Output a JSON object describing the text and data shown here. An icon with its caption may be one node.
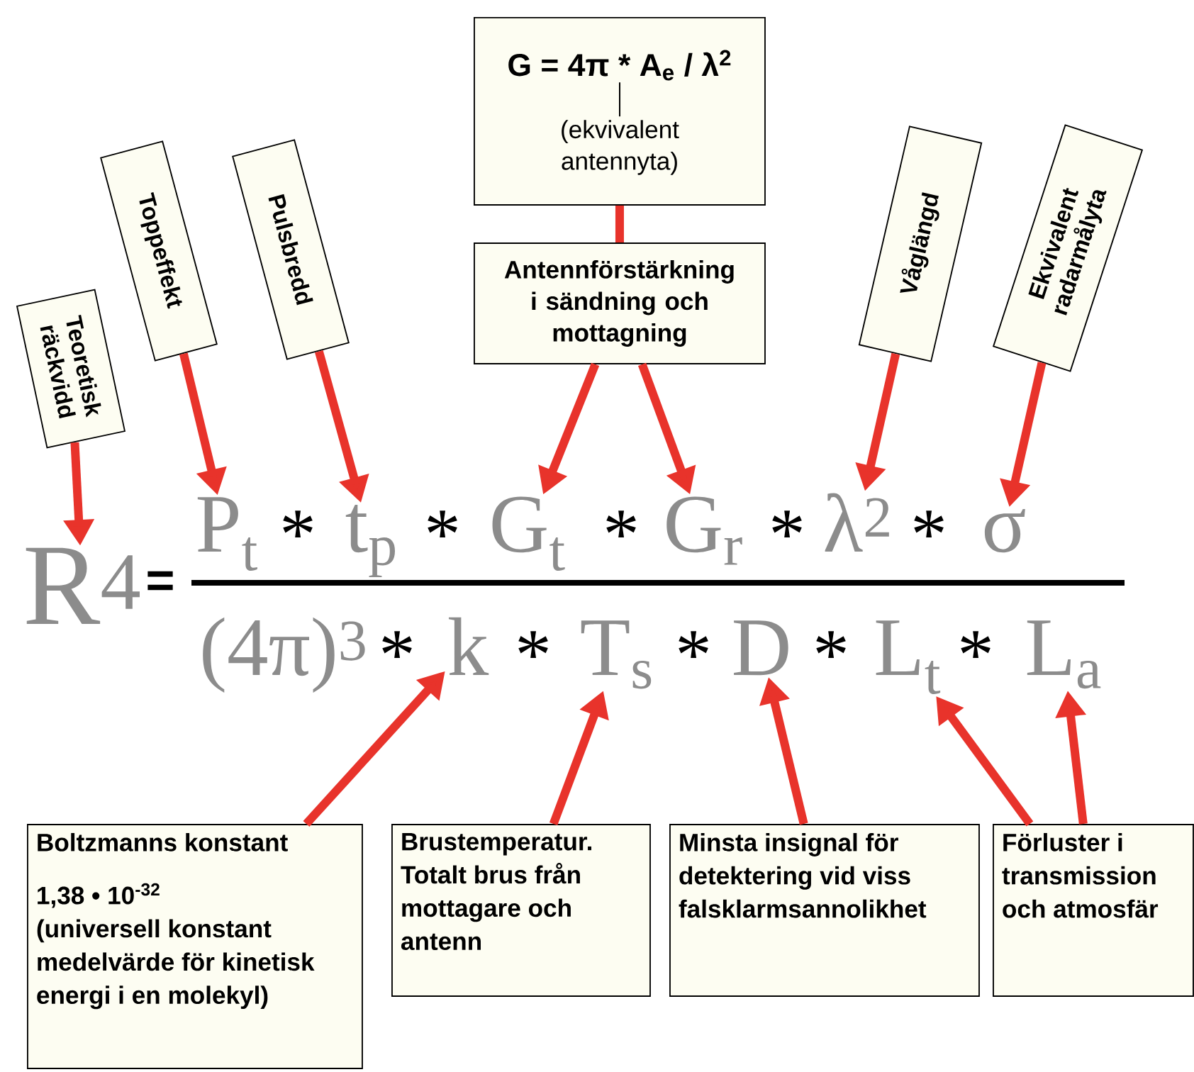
{
  "diagram": {
    "nodes": [
      {
        "text": [
          "Teoretisk räckvidd"
        ]
      },
      {
        "text": [
          "Toppeffekt"
        ]
      },
      {
        "text": [
          "Pulsbredd"
        ]
      },
      {
        "text": [],
        "shape": "box"
      },
      {
        "text": [
          "G = 4π * A$_{e}$ / λ$^{2}$"
        ],
        "in": 3
      },
      {
        "text": [
          "(ekvivalent antennyta)"
        ],
        "in": 3
      },
      {
        "text": [
          "Antennförstärkning i sändning och mottagning"
        ]
      },
      {
        "text": [
          "Våglängd"
        ]
      },
      {
        "text": [
          "Ekvivalent radarmålyta"
        ]
      },
      {
        "text": [
          "R$^{4}$"
        ]
      },
      {
        "text": [
          "P$_{t}$"
        ]
      },
      {
        "text": [
          "t$_{p}$"
        ]
      },
      {
        "text": [
          "G$_{t}$"
        ]
      },
      {
        "text": [
          "G$_{r}$"
        ]
      },
      {
        "text": [
          "λ$^{2}$"
        ]
      },
      {
        "text": [
          "σ"
        ]
      },
      {
        "text": [
          "(4π)$^{3}$"
        ]
      },
      {
        "text": [
          "k"
        ]
      },
      {
        "text": [
          "T$_{s}$"
        ]
      },
      {
        "text": [
          "D"
        ]
      },
      {
        "text": [
          "L$_{t}$"
        ]
      },
      {
        "text": [
          "L$_{a}$"
        ]
      },
      {
        "text": [
          "Boltzmanns konstant",
          "1,38 • 10$^{-32}$",
          "(universell konstant medelvärde för kinetisk energi i en molekyl)"
        ]
      },
      {
        "text": [
          "Brustemperatur. Totalt brus från mottagare och antenn"
        ]
      },
      {
        "text": [
          "Minsta insignal för detektering vid viss falsklarmsannolikhet"
        ]
      },
      {
        "text": [
          "Förluster i transmission och atmosfär"
        ]
      }
    ],
    "edges": [
      {
        "from": 3,
        "to": 6,
        "arrow": "none"
      },
      {
        "from": 5,
        "to": 4,
        "arrow": "none",
        "color": "#000000"
      },
      {
        "from": 0,
        "to": 9,
        "arrow": "to"
      },
      {
        "from": 1,
        "to": 10,
        "arrow": "to"
      },
      {
        "from": 2,
        "to": 11,
        "arrow": "to"
      },
      {
        "from": 6,
        "to": 12,
        "arrow": "to"
      },
      {
        "from": 6,
        "to": 13,
        "arrow": "to"
      },
      {
        "from": 7,
        "to": 14,
        "arrow": "to"
      },
      {
        "from": 8,
        "to": 15,
        "arrow": "to"
      },
      {
        "from": 22,
        "to": 17,
        "arrow": "to"
      },
      {
        "from": 23,
        "to": 18,
        "arrow": "to"
      },
      {
        "from": 24,
        "to": 19,
        "arrow": "to"
      },
      {
        "from": 25,
        "to": 20,
        "arrow": "to"
      },
      {
        "from": 25,
        "to": 21,
        "arrow": "to"
      }
    ],
    "labels": [
      "=",
      "*",
      "*",
      "*",
      "*",
      "*",
      "*",
      "*",
      "*",
      "*",
      "*"
    ]
  }
}
